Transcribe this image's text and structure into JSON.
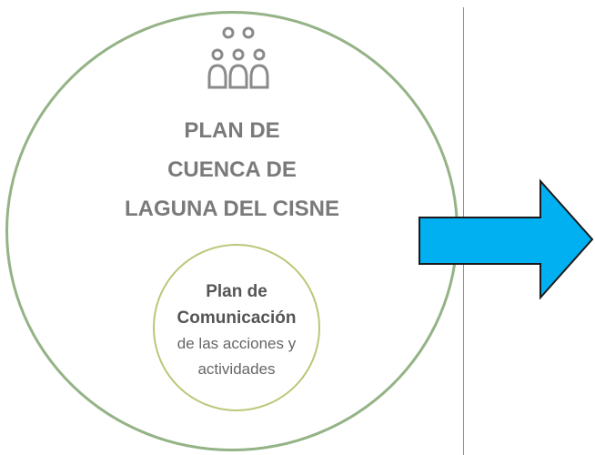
{
  "main_title": {
    "line1": "PLAN DE",
    "line2": "CUENCA DE",
    "line3": "LAGUNA DEL CISNE"
  },
  "inner": {
    "line1": "Plan de",
    "line2": "Comunicación",
    "line3": "de las acciones y",
    "line4": "actividades"
  },
  "icons": {
    "people": "people-group-icon",
    "arrow": "right-arrow-icon"
  },
  "colors": {
    "outer_circle": "#94b386",
    "inner_circle": "#b8c878",
    "title_text": "#7a7a7a",
    "arrow_fill": "#00b0f0",
    "divider": "#6f95c4"
  }
}
